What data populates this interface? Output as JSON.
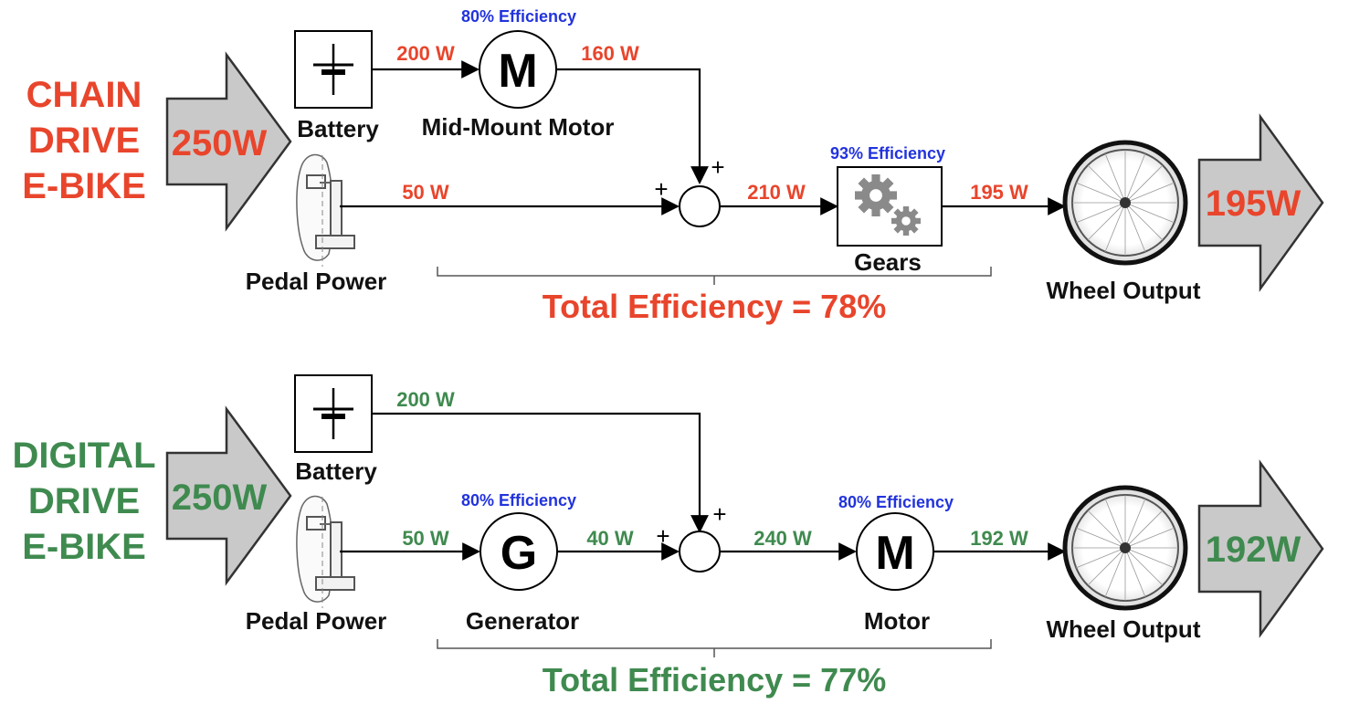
{
  "chain": {
    "title": [
      "CHAIN",
      "DRIVE",
      "E-BIKE"
    ],
    "input": "250W",
    "battery_label": "Battery",
    "battery_power": "200 W",
    "motor_symbol": "M",
    "motor_efficiency": "80% Efficiency",
    "motor_label": "Mid-Mount Motor",
    "motor_power": "160 W",
    "pedal_label": "Pedal Power",
    "pedal_power": "50 W",
    "sum_power": "210 W",
    "gears_efficiency": "93% Efficiency",
    "gears_label": "Gears",
    "gears_power": "195 W",
    "wheel_label": "Wheel Output",
    "output": "195W",
    "total": "Total Efficiency = 78%"
  },
  "digital": {
    "title": [
      "DIGITAL",
      "DRIVE",
      "E-BIKE"
    ],
    "input": "250W",
    "battery_label": "Battery",
    "battery_power": "200 W",
    "pedal_label": "Pedal Power",
    "pedal_power": "50 W",
    "generator_symbol": "G",
    "generator_efficiency": "80% Efficiency",
    "generator_label": "Generator",
    "generator_power": "40 W",
    "sum_power": "240 W",
    "motor_symbol": "M",
    "motor_efficiency": "80% Efficiency",
    "motor_label": "Motor",
    "motor_power": "192 W",
    "wheel_label": "Wheel Output",
    "output": "192W",
    "total": "Total Efficiency = 77%"
  },
  "plus_sign": "+",
  "colors": {
    "chain": "#e8452c",
    "digital": "#3f8a4f",
    "efficiency": "#2233dd",
    "arrow_fill": "#c9c9c9"
  },
  "icons": [
    "battery-icon",
    "pedal-crank-icon",
    "gears-icon",
    "wheel-icon",
    "big-arrow-icon"
  ]
}
